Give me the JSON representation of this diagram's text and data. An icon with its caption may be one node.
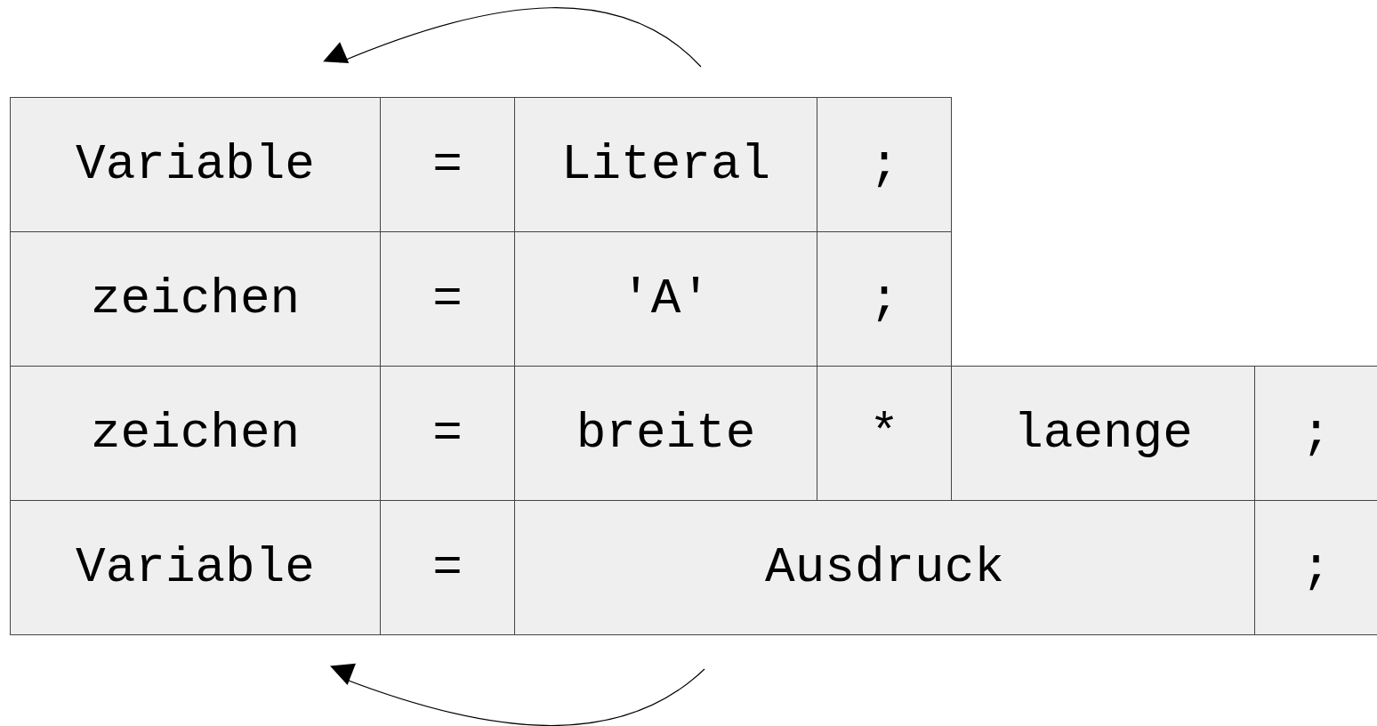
{
  "diagram": {
    "labels": [
      "Variable",
      "=",
      "Literal",
      ";",
      "zeichen",
      "=",
      "'A'",
      ";",
      "zeichen",
      "=",
      "breite",
      "*",
      "laenge",
      ";",
      "Variable",
      "=",
      "Ausdruck",
      ";"
    ]
  }
}
